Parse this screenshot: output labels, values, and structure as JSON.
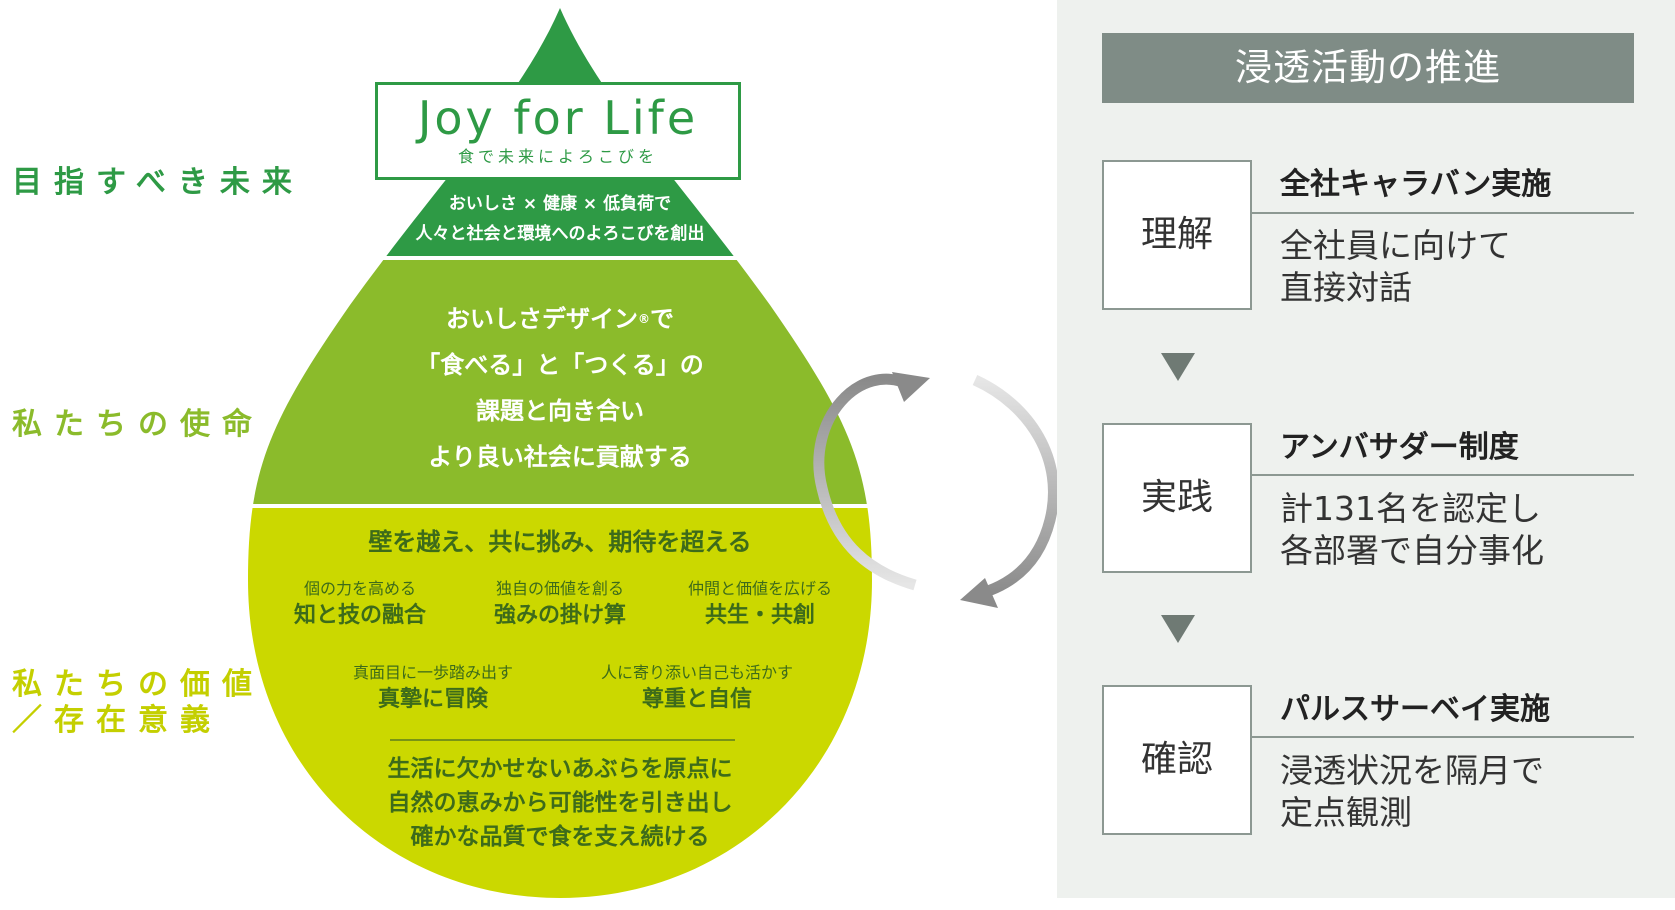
{
  "labels": {
    "future": "目指すべき未来",
    "mission": "私たちの使命",
    "value_line1": "私たちの価値",
    "value_line2": "／存在意義"
  },
  "vision": {
    "logo": "Joy for Life",
    "logo_sub": "食で未来によろこびを",
    "line1": "おいしさ × 健康 × 低負荷で",
    "line2": "人々と社会と環境へのよろこびを創出"
  },
  "mission": {
    "line1": "おいしさデザイン",
    "reg": "®",
    "line1_end": "で",
    "line2": "「食べる」と「つくる」の",
    "line3": "課題と向き合い",
    "line4": "より良い社会に貢献する"
  },
  "values": {
    "headline": "壁を越え、共に挑み、期待を超える",
    "items": [
      {
        "small": "個の力を高める",
        "big": "知と技の融合"
      },
      {
        "small": "独自の価値を創る",
        "big": "強みの掛け算"
      },
      {
        "small": "仲間と価値を広げる",
        "big": "共生・共創"
      },
      {
        "small": "真面目に一歩踏み出す",
        "big": "真摯に冒険"
      },
      {
        "small": "人に寄り添い自己も活かす",
        "big": "尊重と自信"
      }
    ],
    "purpose1": "生活に欠かせないあぶらを原点に",
    "purpose2": "自然の恵みから可能性を引き出し",
    "purpose3": "確かな品質で食を支え続ける"
  },
  "panel": {
    "title": "浸透活動の推進",
    "steps": [
      {
        "label": "理解",
        "title": "全社キャラバン実施",
        "desc1": "全社員に向けて",
        "desc2": "直接対話"
      },
      {
        "label": "実践",
        "title": "アンバサダー制度",
        "desc1": "計131名を認定し",
        "desc2": "各部署で自分事化"
      },
      {
        "label": "確認",
        "title": "パルスサーベイ実施",
        "desc1": "浸透状況を隔月で",
        "desc2": "定点観測"
      }
    ]
  },
  "colors": {
    "vision_green": "#2e9a45",
    "mission_green": "#8bbb2b",
    "value_lime": "#cbd800",
    "value_text": "#3d6b1a",
    "panel_bg": "#eef1ee",
    "panel_title_bg": "#7f8c86"
  }
}
